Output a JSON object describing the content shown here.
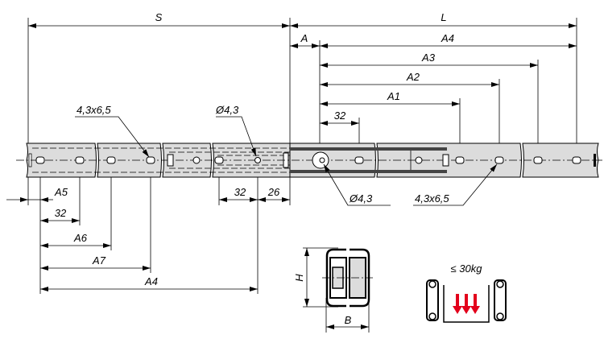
{
  "dimensions": {
    "S": "S",
    "L": "L",
    "A": "A",
    "A4_top": "A4",
    "A3": "A3",
    "A2": "A2",
    "A1": "A1",
    "pitch_top": "32",
    "A5": "A5",
    "pitch_bottom": "32",
    "A6": "A6",
    "A7": "A7",
    "A4_bottom": "A4",
    "pitch_mid": "32",
    "offset_mid": "26",
    "H": "H",
    "B": "B"
  },
  "callouts": {
    "slot_left": "4,3x6,5",
    "hole_mid": "Ø4,3",
    "hole_right": "Ø4,3",
    "slot_right": "4,3x6,5"
  },
  "load": {
    "label": "≤ 30kg",
    "arrow_color": "#e3001b"
  }
}
